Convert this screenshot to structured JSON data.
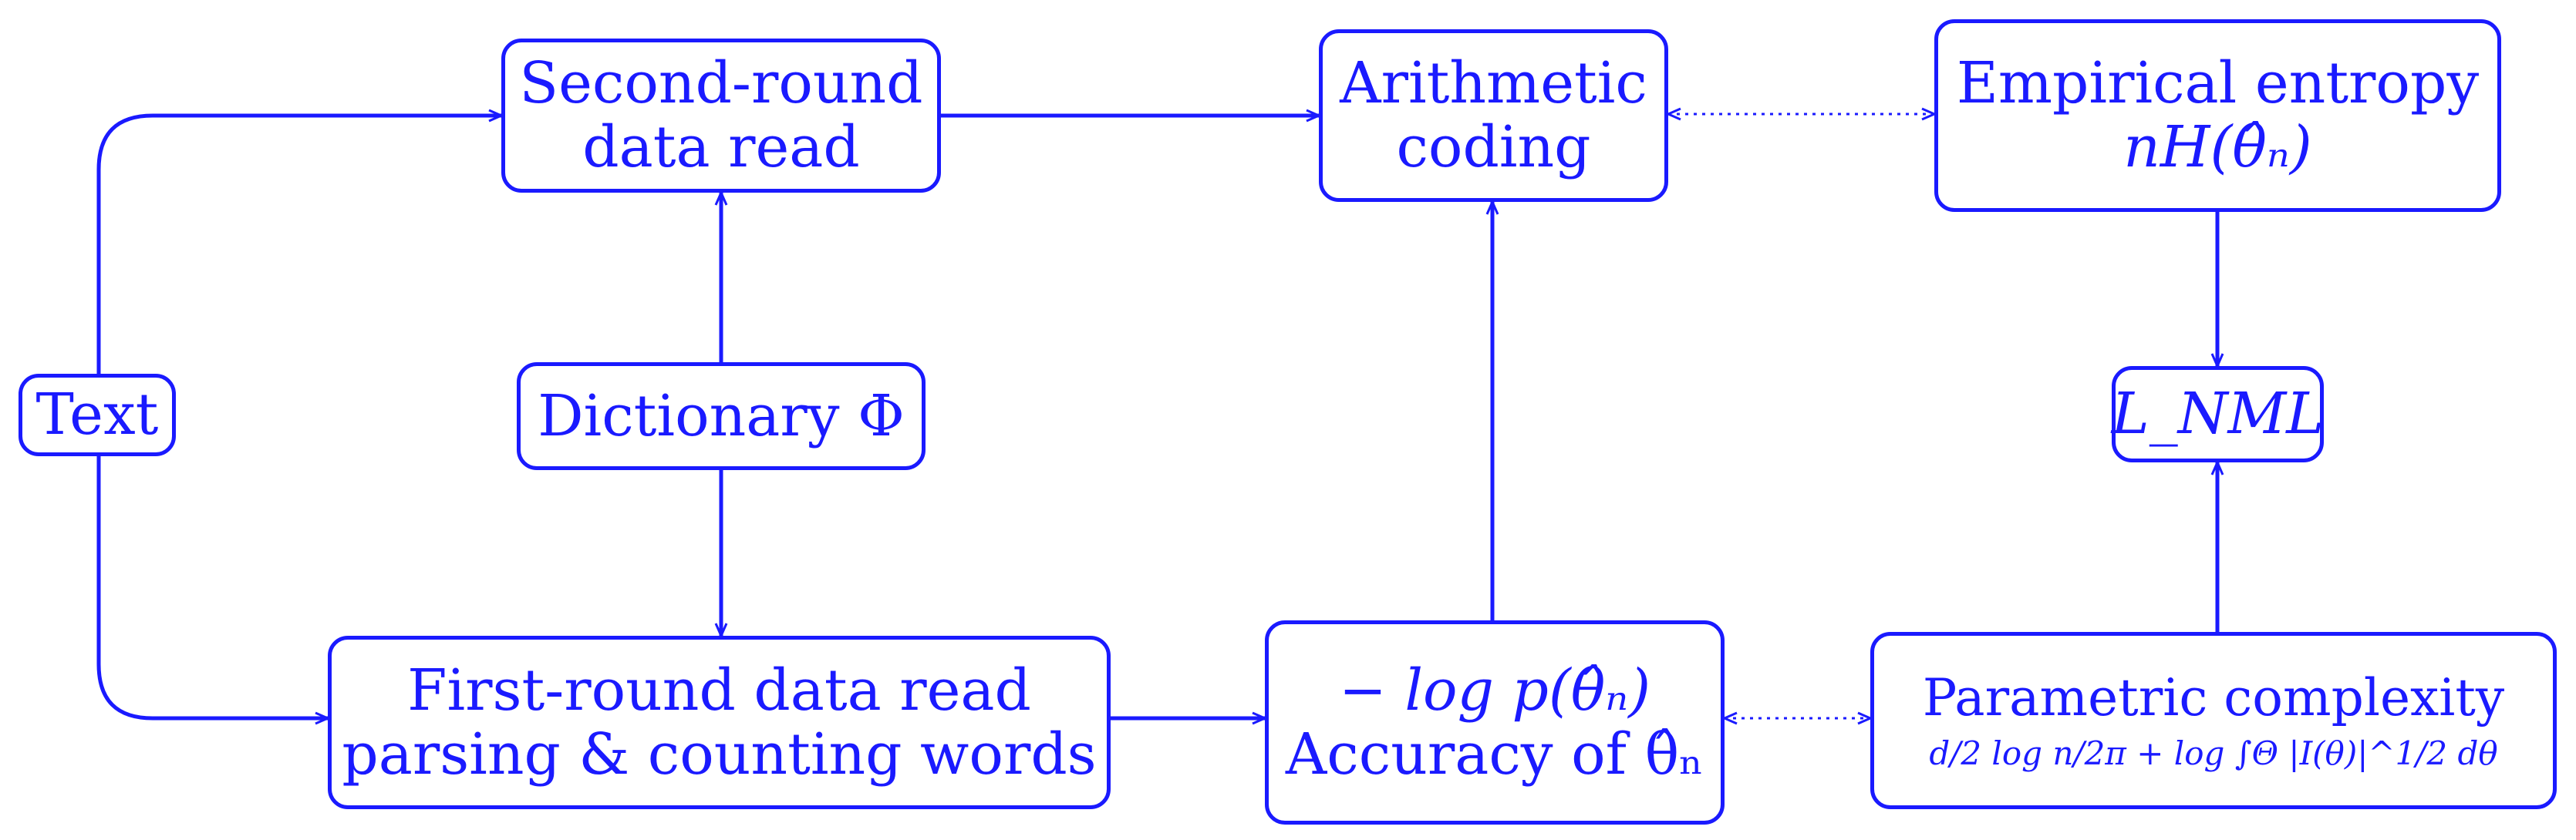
{
  "colors": {
    "accent": "#1a1aff",
    "background": "#ffffff"
  },
  "nodes": {
    "text": {
      "label": "Text"
    },
    "second_round": {
      "line1": "Second-round",
      "line2": "data read"
    },
    "arithmetic": {
      "line1": "Arithmetic",
      "line2": "coding"
    },
    "empirical": {
      "line1": "Empirical entropy",
      "line2": "nH(θ̂ₙ)"
    },
    "dictionary": {
      "label": "Dictionary Φ"
    },
    "lnml": {
      "label": "L_NML"
    },
    "first_round": {
      "line1": "First-round data read",
      "line2": "parsing & counting words"
    },
    "logp": {
      "line1": "− log p(θ̂ₙ)",
      "line2": "Accuracy of θ̂ₙ"
    },
    "parametric": {
      "line1": "Parametric complexity",
      "line2": "d/2 log n/2π + log ∫Θ |I(θ)|^1/2 dθ"
    }
  },
  "edges": [
    {
      "from": "text",
      "to": "second_round",
      "style": "solid"
    },
    {
      "from": "text",
      "to": "first_round",
      "style": "solid"
    },
    {
      "from": "dictionary",
      "to": "second_round",
      "style": "solid"
    },
    {
      "from": "dictionary",
      "to": "first_round",
      "style": "solid"
    },
    {
      "from": "second_round",
      "to": "arithmetic",
      "style": "solid"
    },
    {
      "from": "first_round",
      "to": "logp",
      "style": "solid"
    },
    {
      "from": "logp",
      "to": "arithmetic",
      "style": "solid"
    },
    {
      "from": "arithmetic",
      "to": "empirical",
      "style": "dotted",
      "bidirectional": true
    },
    {
      "from": "logp",
      "to": "parametric",
      "style": "dotted",
      "bidirectional": true
    },
    {
      "from": "empirical",
      "to": "lnml",
      "style": "solid"
    },
    {
      "from": "parametric",
      "to": "lnml",
      "style": "solid"
    }
  ]
}
